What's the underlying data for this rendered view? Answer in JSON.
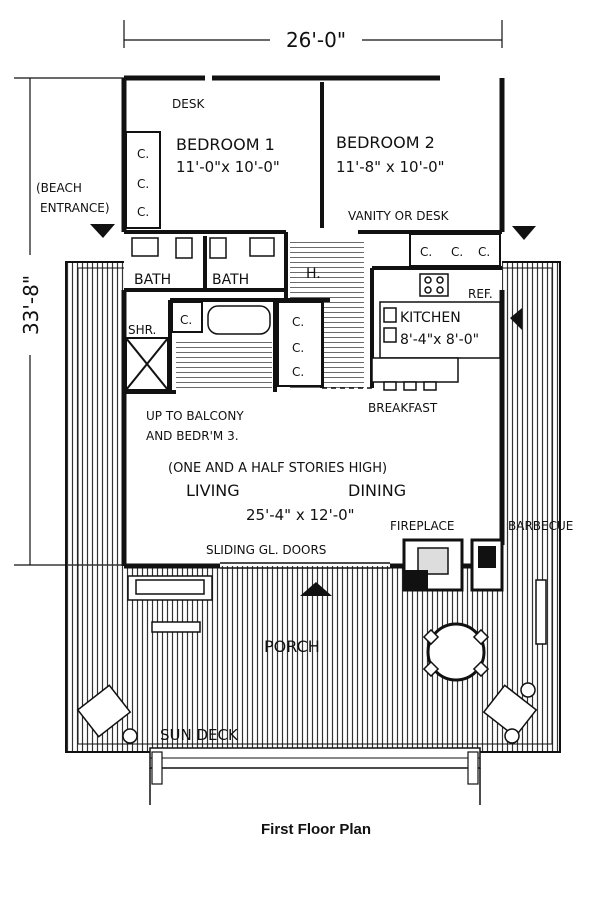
{
  "dimensions": {
    "width": "26'-0\"",
    "depth": "33'-8\""
  },
  "rooms": {
    "desk": "DESK",
    "bedroom1": {
      "name": "BEDROOM 1",
      "size": "11'-0\"x 10'-0\""
    },
    "bedroom2": {
      "name": "BEDROOM 2",
      "size": "11'-8\" x 10'-0\""
    },
    "beach_entrance_1": "(BEACH",
    "beach_entrance_2": "ENTRANCE)",
    "vanity": "VANITY OR DESK",
    "bath1": "BATH",
    "bath2": "BATH",
    "hall": "H.",
    "shower": "SHR.",
    "refrigerator": "REF.",
    "kitchen": {
      "name": "KITCHEN",
      "size": "8'-4\"x 8'-0\""
    },
    "breakfast": "BREAKFAST",
    "stair_1": "UP TO BALCONY",
    "stair_2": "AND BEDR'M 3.",
    "stories": "(ONE AND A HALF STORIES HIGH)",
    "living": "LIVING",
    "dining": "DINING",
    "living_size": "25'-4\" x 12'-0\"",
    "fireplace": "FIREPLACE",
    "barbecue": "BARBECUE",
    "sliding_doors": "SLIDING GL. DOORS",
    "porch": "PORCH",
    "sun_deck": "SUN DECK"
  },
  "closet_label": "C.",
  "caption": "First Floor Plan"
}
